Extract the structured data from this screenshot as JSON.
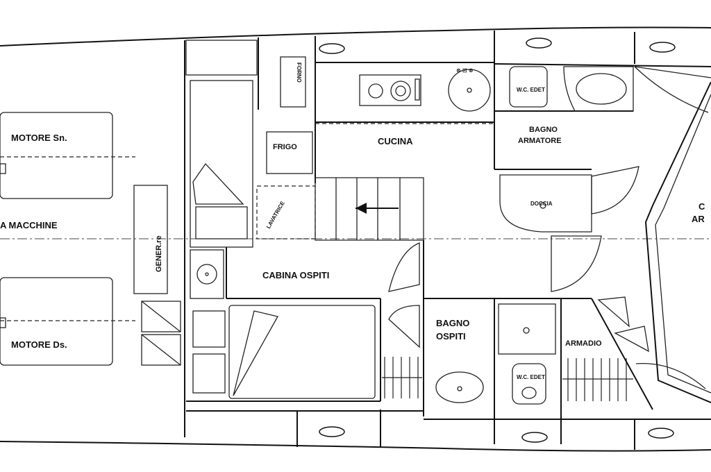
{
  "rooms": {
    "motore_sn": "MOTORE Sn.",
    "motore_ds": "MOTORE Ds.",
    "sala_macchine": "A MACCHINE",
    "generatore": "GENER.re",
    "fornio": "FORNO",
    "frigo": "FRIGO",
    "cucina": "CUCINA",
    "lavatrice": "LAVATRICE",
    "cabina_ospiti": "CABINA OSPITI",
    "bagno_armatore_1": "BAGNO",
    "bagno_armatore_2": "ARMATORE",
    "bagno_ospiti_1": "BAGNO",
    "bagno_ospiti_2": "OSPITI",
    "armadio": "ARMADIO",
    "cabina_armatore_1": "C",
    "cabina_armatore_2": "AR"
  },
  "fixtures": {
    "wc_label": "W.C. EDET",
    "doccia_label": "DOCCIA",
    "tap_label": "⊗ ⊡ ⊗"
  }
}
